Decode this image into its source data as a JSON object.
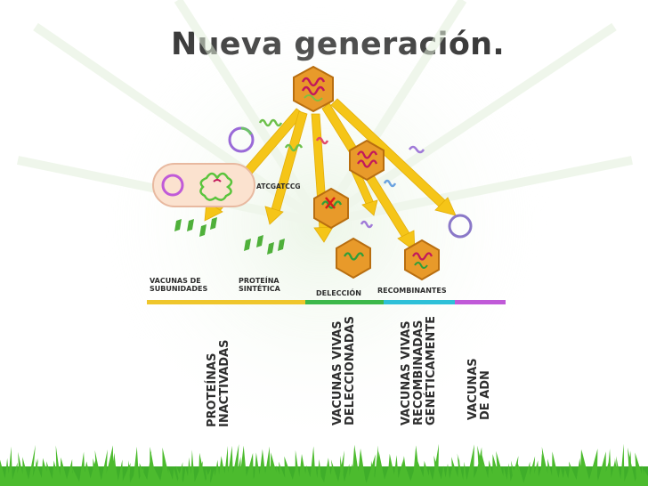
{
  "title": "Nueva generación.",
  "gene_sequence": "ATCGATCCG",
  "categories": [
    {
      "line1": "VACUNAS DE",
      "line2": "SUBUNIDADES"
    },
    {
      "line1": "PROTEÍNA",
      "line2": "SINTÉTICA"
    },
    {
      "line1": "DELECCIÓN",
      "line2": ""
    },
    {
      "line1": "RECOMBINANTES",
      "line2": ""
    }
  ],
  "vertical_labels": [
    {
      "line1": "PROTEÍNAS",
      "line2": "INACTIVADAS"
    },
    {
      "line1": "VACUNAS  VIVAS",
      "line2": "DELECCIONADAS"
    },
    {
      "line1": "VACUNAS VIVAS",
      "line2": "RECOMBINADAS",
      "line3": "GENÉTICAMENTE"
    },
    {
      "line1": "VACUNAS",
      "line2": "DE ADN"
    }
  ],
  "colors": {
    "arrow": "#f5c518",
    "line_yellow": "#efc62c",
    "line_green": "#3cb84a",
    "line_cyan": "#2ec0d8",
    "line_purple": "#c05ad8",
    "grass": "#3fae2a",
    "virus": "#e89a2a"
  }
}
